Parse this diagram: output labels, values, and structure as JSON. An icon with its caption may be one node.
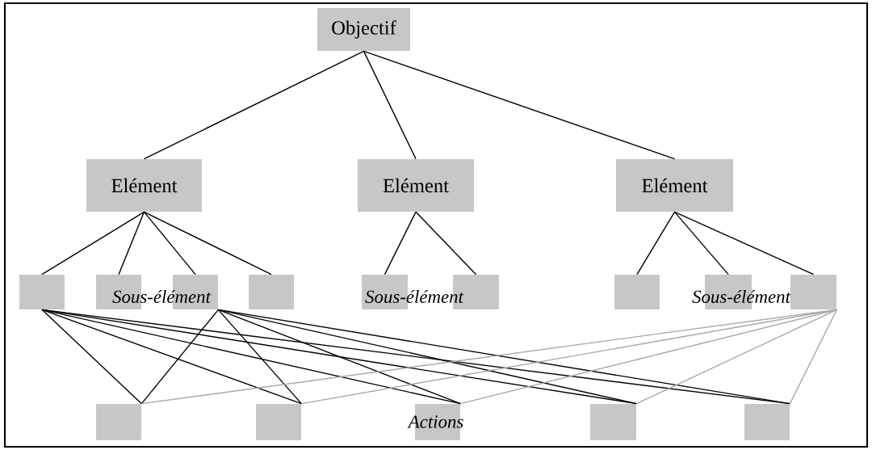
{
  "diagram": {
    "nodes": [
      {
        "text": [
          "Objectif"
        ]
      },
      {
        "text": [
          "Elément"
        ]
      },
      {
        "text": [
          "Elément"
        ]
      },
      {
        "text": [
          "Elément"
        ]
      },
      {
        "text": [],
        "shape": "box"
      },
      {
        "text": [],
        "shape": "box"
      },
      {
        "text": [],
        "shape": "box"
      },
      {
        "text": [],
        "shape": "box"
      },
      {
        "text": [],
        "shape": "box"
      },
      {
        "text": [],
        "shape": "box"
      },
      {
        "text": [],
        "shape": "box"
      },
      {
        "text": [],
        "shape": "box"
      },
      {
        "text": [],
        "shape": "box"
      },
      {
        "text": [],
        "shape": "box"
      },
      {
        "text": [],
        "shape": "box"
      },
      {
        "text": [],
        "shape": "box"
      },
      {
        "text": [],
        "shape": "box"
      },
      {
        "text": [],
        "shape": "box"
      }
    ],
    "edges": [
      {
        "from": 0,
        "to": 1,
        "arrow": "none"
      },
      {
        "from": 0,
        "to": 2,
        "arrow": "none"
      },
      {
        "from": 0,
        "to": 3,
        "arrow": "none"
      },
      {
        "from": 1,
        "to": 4,
        "arrow": "none"
      },
      {
        "from": 1,
        "to": 5,
        "arrow": "none"
      },
      {
        "from": 1,
        "to": 6,
        "arrow": "none"
      },
      {
        "from": 1,
        "to": 7,
        "arrow": "none"
      },
      {
        "from": 2,
        "to": 8,
        "arrow": "none"
      },
      {
        "from": 2,
        "to": 9,
        "arrow": "none"
      },
      {
        "from": 3,
        "to": 10,
        "arrow": "none"
      },
      {
        "from": 3,
        "to": 11,
        "arrow": "none"
      },
      {
        "from": 3,
        "to": 12,
        "arrow": "none"
      },
      {
        "from": 4,
        "to": 13,
        "arrow": "none"
      },
      {
        "from": 4,
        "to": 14,
        "arrow": "none"
      },
      {
        "from": 4,
        "to": 15,
        "arrow": "none"
      },
      {
        "from": 4,
        "to": 16,
        "arrow": "none"
      },
      {
        "from": 4,
        "to": 17,
        "arrow": "none"
      },
      {
        "from": 6,
        "to": 13,
        "arrow": "none"
      },
      {
        "from": 6,
        "to": 14,
        "arrow": "none"
      },
      {
        "from": 6,
        "to": 15,
        "arrow": "none"
      },
      {
        "from": 6,
        "to": 16,
        "arrow": "none"
      },
      {
        "from": 6,
        "to": 17,
        "arrow": "none"
      },
      {
        "from": 12,
        "to": 13,
        "arrow": "none",
        "color": "#a8a8a8"
      },
      {
        "from": 12,
        "to": 14,
        "arrow": "none",
        "color": "#a8a8a8"
      },
      {
        "from": 12,
        "to": 15,
        "arrow": "none",
        "color": "#a8a8a8"
      },
      {
        "from": 12,
        "to": 16,
        "arrow": "none",
        "color": "#a8a8a8"
      },
      {
        "from": 12,
        "to": 17,
        "arrow": "none",
        "color": "#a8a8a8"
      }
    ],
    "labels": [
      "Sous-élément",
      "Sous-élément",
      "Sous-élément",
      "Actions"
    ]
  }
}
